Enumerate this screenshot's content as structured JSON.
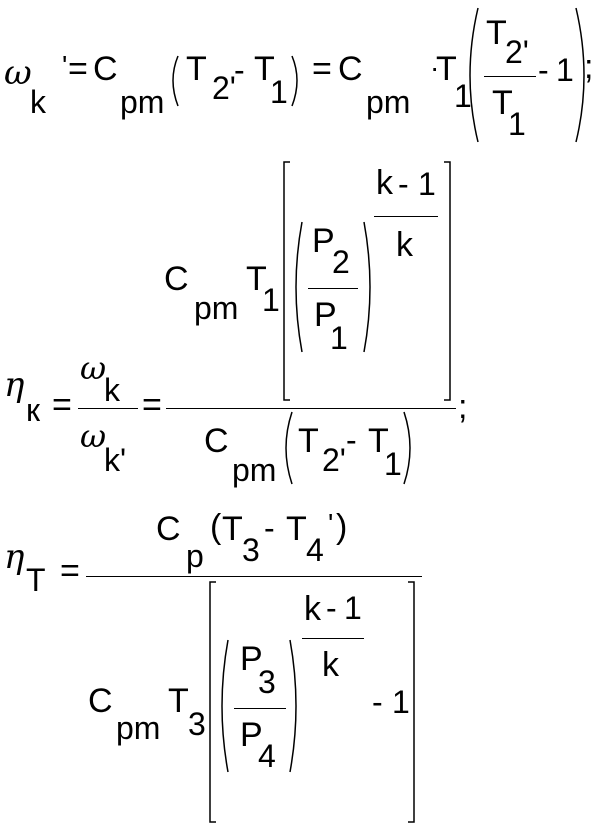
{
  "equations": [
    {
      "id": "compressor-work",
      "lhs_symbol": "ω",
      "lhs_sub": "k",
      "lhs_prime": "'",
      "eq": "=",
      "cp": "C",
      "cp_sub": "pm",
      "t": "T",
      "s2": "2'",
      "s1": "1",
      "minus": "-",
      "one": "1",
      "dot": "·",
      "end": ";"
    },
    {
      "id": "compressor-efficiency",
      "eta": "η",
      "eta_sub": "к",
      "eq": "=",
      "omega": "ω",
      "num_sub": "k",
      "den_sub": "k'",
      "cp": "C",
      "cp_sub": "pm",
      "t": "T",
      "t_sub": "1",
      "p": "P",
      "p_num_sub": "2",
      "p_den_sub": "1",
      "exp_num": "k",
      "exp_minus": "-",
      "exp_one": "1",
      "exp_den": "k",
      "s2": "2'",
      "s1": "1",
      "minus": "-",
      "end": ";"
    },
    {
      "id": "turbine-efficiency",
      "eta": "η",
      "eta_sub": "T",
      "eq": "=",
      "cp": "C",
      "cp_sub": "p",
      "open": "(",
      "close": ")",
      "t": "T",
      "s3": "3",
      "s4": "4",
      "prime": "'",
      "minus": "-",
      "cpm_sub": "pm",
      "p": "P",
      "p_num_sub": "3",
      "p_den_sub": "4",
      "exp_num": "k",
      "exp_minus": "-",
      "exp_one": "1",
      "exp_den": "k",
      "one": "1"
    }
  ]
}
